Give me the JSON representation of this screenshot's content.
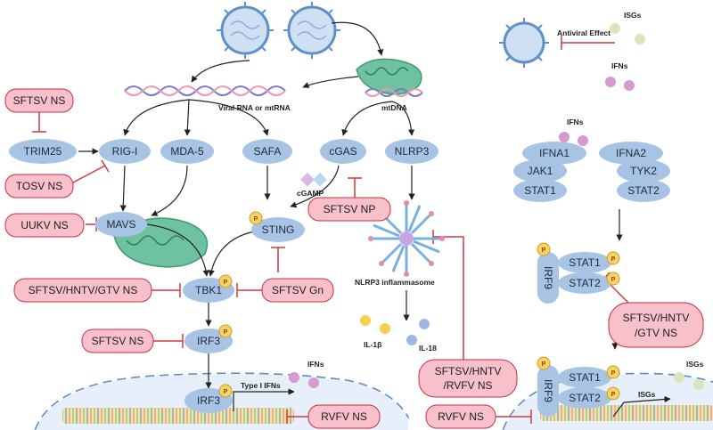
{
  "labels": {
    "viral_rna": "Viral RNA or mtRNA",
    "mtdna": "mtDNA",
    "cgamp": "cGAMP",
    "nlrp3_inflammasome": "NLRP3 inflammasome",
    "il1b": "IL-1β",
    "il18": "IL-18",
    "ifns_bottom": "IFNs",
    "ifns_top": "IFNs",
    "ifns_mid": "IFNs",
    "type1_ifns": "Type I IFNs",
    "isgs_top": "ISGs",
    "isgs_bottom_1": "ISGs",
    "isgs_bottom_2": "ISGs",
    "antiviral": "Antiviral Effect",
    "phospho": "P"
  },
  "nodes": {
    "trim25": "TRIM25",
    "rigi": "RIG-I",
    "mda5": "MDA-5",
    "safa": "SAFA",
    "cgas": "cGAS",
    "nlrp3": "NLRP3",
    "mavs": "MAVS",
    "sting": "STING",
    "tbk1": "TBK1",
    "irf3": "IRF3",
    "irf3_nuc": "IRF3",
    "ifna1": "IFNA1",
    "ifna2": "IFNA2",
    "jak1": "JAK1",
    "tyk2": "TYK2",
    "stat1": "STAT1",
    "stat2": "STAT2",
    "stat1_p": "STAT1",
    "stat2_p": "STAT2",
    "irf9": "IRF9",
    "stat1_nuc": "STAT1",
    "stat2_nuc": "STAT2",
    "irf9_nuc": "IRF9"
  },
  "inhibitors": {
    "sftsv_ns_top": "SFTSV NS",
    "tosv_ns": "TOSV NS",
    "uukv_ns": "UUKV NS",
    "sftsv_np": "SFTSV NP",
    "sftsv_hntv_gtv_ns": "SFTSV/HNTV/GTV NS",
    "sftsv_gn": "SFTSV Gn",
    "sftsv_ns_irf3": "SFTSV NS",
    "rvfv_ns_left": "RVFV NS",
    "sftsv_hntv_rvfv_ns_l1": "SFTSV/HNTV",
    "sftsv_hntv_rvfv_ns_l2": "/RVFV NS",
    "rvfv_ns_right": "RVFV NS",
    "sftsv_hntv_gtv_ns2_l1": "SFTSV/HNTV",
    "sftsv_hntv_gtv_ns2_l2": "/GTV NS"
  },
  "colors": {
    "node_fill": "#a8c4e4",
    "inhibitor_fill": "#f7c0cb",
    "inhibitor_stroke": "#c8303f",
    "inhibit_line": "#d33a3a",
    "arrow": "#222222",
    "mito": "#6fc2a0",
    "phospho": "#f6d36a"
  }
}
